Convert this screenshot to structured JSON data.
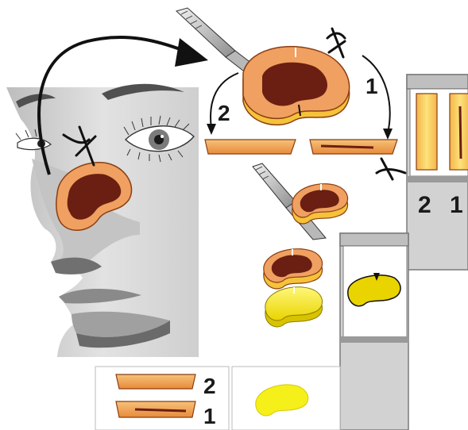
{
  "labels": {
    "step_left": "2",
    "step_right": "1",
    "cabinet_left": "2",
    "cabinet_right": "1",
    "legend_top": "2",
    "legend_bottom": "1"
  },
  "colors": {
    "skin_gray": "#d6d6d6",
    "skin_dark": "#9a9a9a",
    "tissue_orange": "#f0a060",
    "tissue_edge": "#c06a2a",
    "tumor": "#6b1f12",
    "specimen_yellow": "#f5ef1a",
    "cabinet": "#c8c8c8",
    "ink": "#111111"
  },
  "icons": [
    "scalpel-icon",
    "suture-mark-icon",
    "curved-arrow-icon"
  ]
}
